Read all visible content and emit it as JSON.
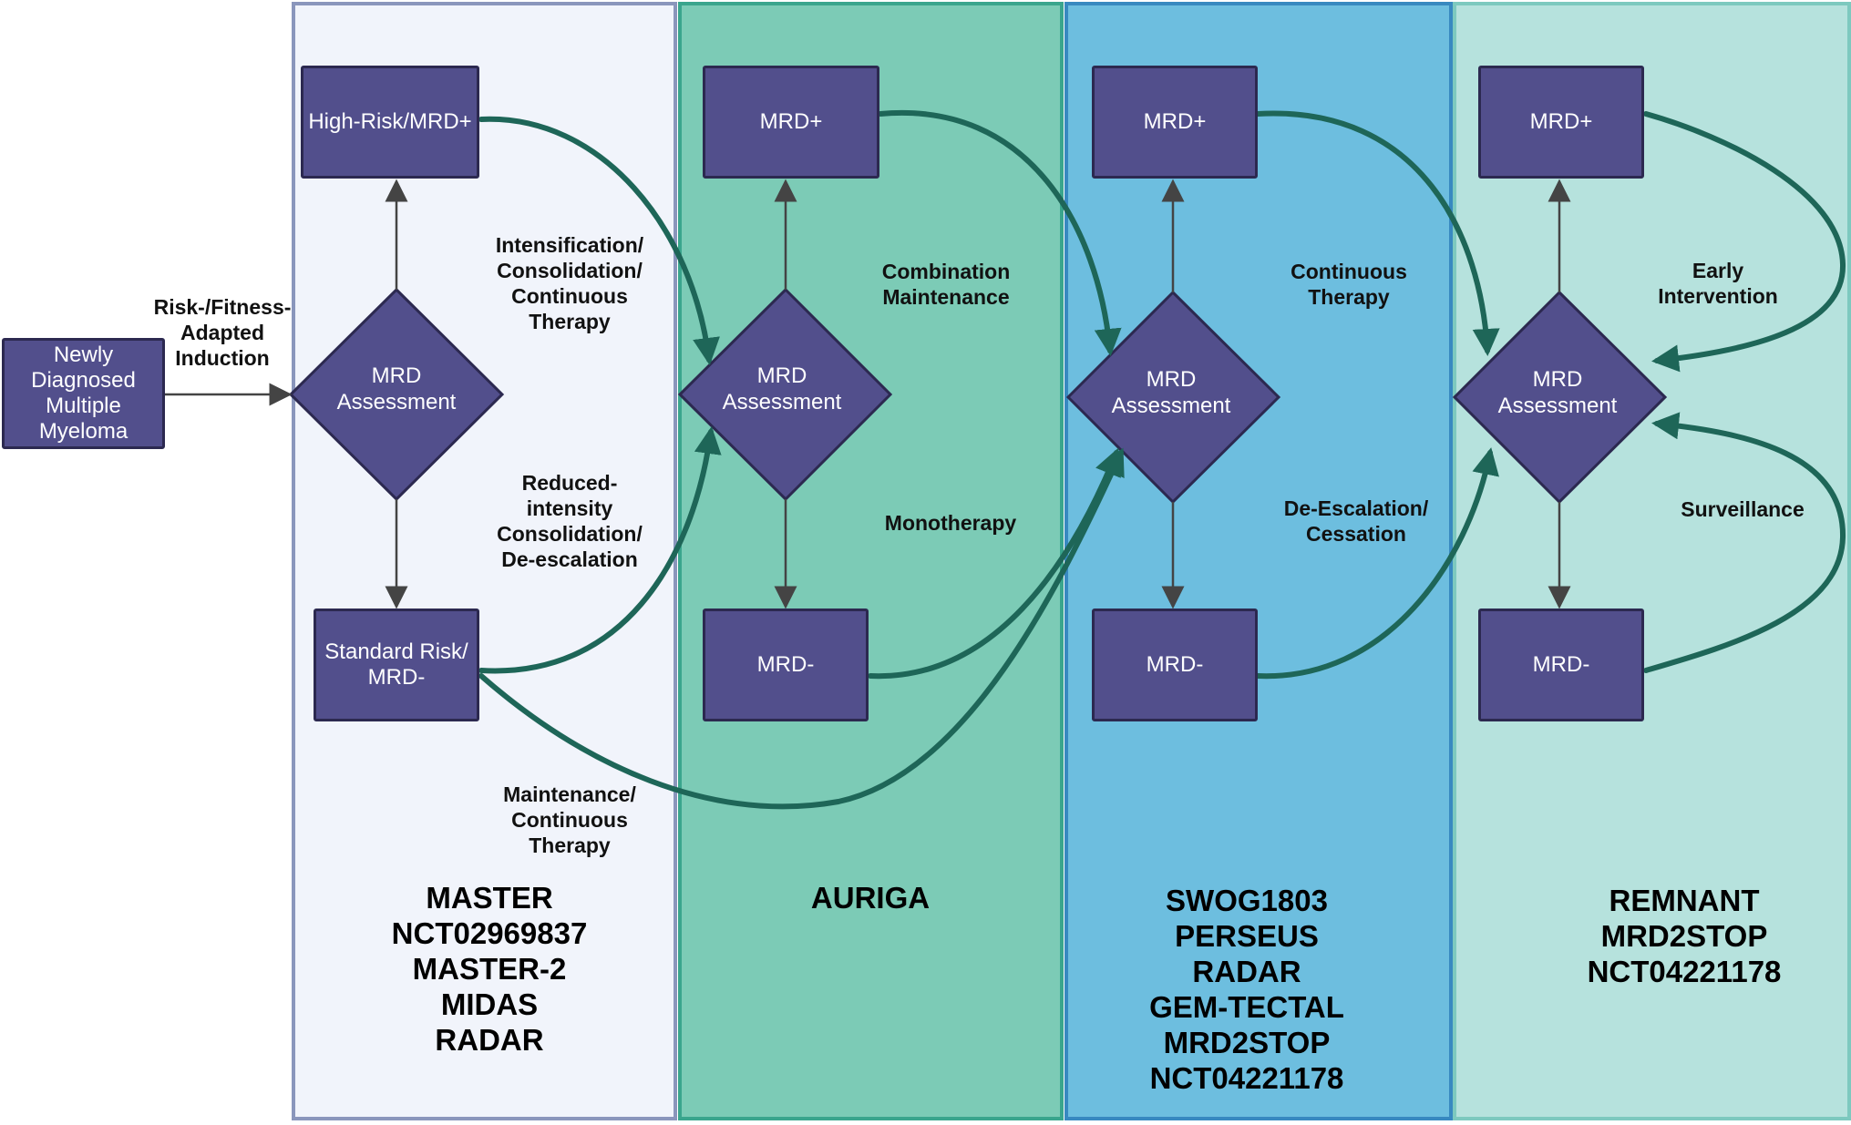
{
  "start": {
    "label": "Newly\nDiagnosed\nMultiple\nMyeloma"
  },
  "induction": {
    "label": "Risk-/Fitness-\nAdapted\nInduction"
  },
  "panels": [
    {
      "top": "High-Risk/MRD+",
      "assessment": "MRD\nAssessment",
      "bottom": "Standard Risk/\nMRD-",
      "upper_label": "Intensification/\nConsolidation/\nContinuous\nTherapy",
      "lower_label": "Reduced-\nintensity\nConsolidation/\nDe-escalation",
      "extra_label": "Maintenance/\nContinuous\nTherapy",
      "trials": "MASTER\nNCT02969837\nMASTER-2\nMIDAS\nRADAR"
    },
    {
      "top": "MRD+",
      "assessment": "MRD\nAssessment",
      "bottom": "MRD-",
      "upper_label": "Combination\nMaintenance",
      "lower_label": "Monotherapy",
      "trials": "AURIGA"
    },
    {
      "top": "MRD+",
      "assessment": "MRD\nAssessment",
      "bottom": "MRD-",
      "upper_label": "Continuous\nTherapy",
      "lower_label": "De-Escalation/\nCessation",
      "trials": "SWOG1803\nPERSEUS\nRADAR\nGEM-TECTAL\nMRD2STOP\nNCT04221178"
    },
    {
      "top": "MRD+",
      "assessment": "MRD\nAssessment",
      "bottom": "MRD-",
      "upper_label": "Early\nIntervention",
      "lower_label": "Surveillance",
      "trials": "REMNANT\nMRD2STOP\nNCT04221178"
    }
  ],
  "colors": {
    "node_fill": "#524f8c",
    "node_border": "#2c2950",
    "flow_arrow": "#1e6658",
    "connector": "#444444"
  }
}
